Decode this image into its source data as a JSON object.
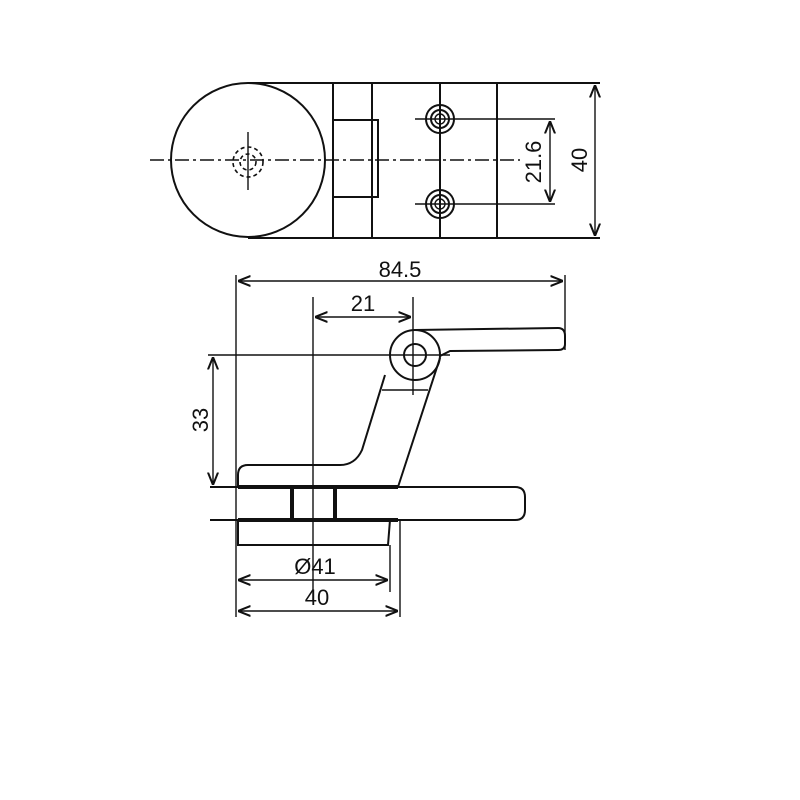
{
  "drawing": {
    "top_view": {
      "dimensions": {
        "hole_spacing": "21.6",
        "width": "40"
      }
    },
    "side_view": {
      "dimensions": {
        "overall_length": "84.5",
        "pivot_offset": "21",
        "height": "33",
        "diameter": "Ø41",
        "base_width": "40"
      }
    }
  }
}
